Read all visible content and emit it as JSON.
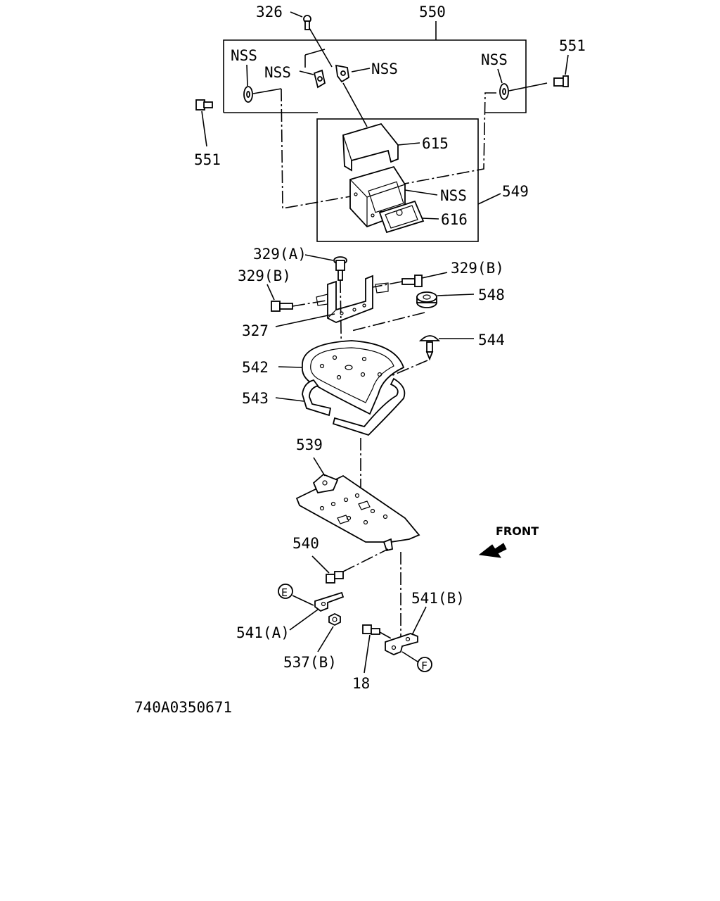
{
  "callouts": {
    "c326": "326",
    "c550": "550",
    "c551_right": "551",
    "c551_left": "551",
    "nss_left_top": "NSS",
    "nss_mid_a": "NSS",
    "nss_mid_b": "NSS",
    "nss_right_top": "NSS",
    "nss_box": "NSS",
    "c615": "615",
    "c616": "616",
    "c549": "549",
    "c329a": "329(A)",
    "c329b_left": "329(B)",
    "c329b_right": "329(B)",
    "c548": "548",
    "c327": "327",
    "c544": "544",
    "c542": "542",
    "c543": "543",
    "c539": "539",
    "c540": "540",
    "c541b": "541(B)",
    "c541a": "541(A)",
    "c537b": "537(B)",
    "c18": "18",
    "circle_e": "E",
    "circle_f": "F",
    "front": "FRONT"
  },
  "figure_id": "740A0350671"
}
